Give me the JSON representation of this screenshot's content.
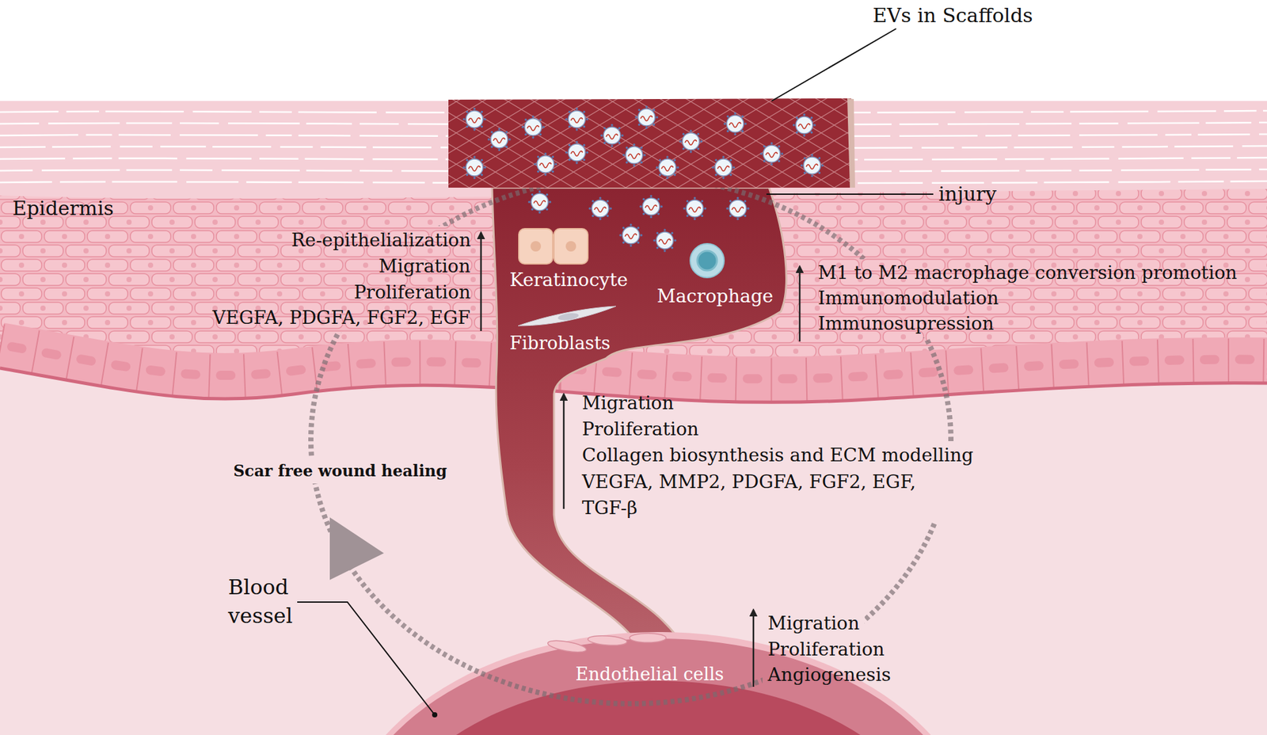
{
  "diagram": {
    "labels": [
      "EVs in Scaffolds",
      "injury",
      "Epidermis",
      "Re-epithelialization",
      "Migration",
      "Proliferation",
      "VEGFA, PDGFA, FGF2, EGF",
      "Keratinocyte",
      "Macrophage",
      "M1 to M2 macrophage conversion promotion",
      "Immunomodulation",
      "Immunosupression",
      "Fibroblasts",
      "Migration",
      "Proliferation",
      "Collagen biosynthesis and ECM modelling",
      "VEGFA, MMP2, PDGFA, FGF2, EGF, TGF-β",
      "Scar free wound healing",
      "Blood vessel",
      "Migration",
      "Proliferation",
      "Angiogenesis",
      "Endothelial cells"
    ]
  }
}
